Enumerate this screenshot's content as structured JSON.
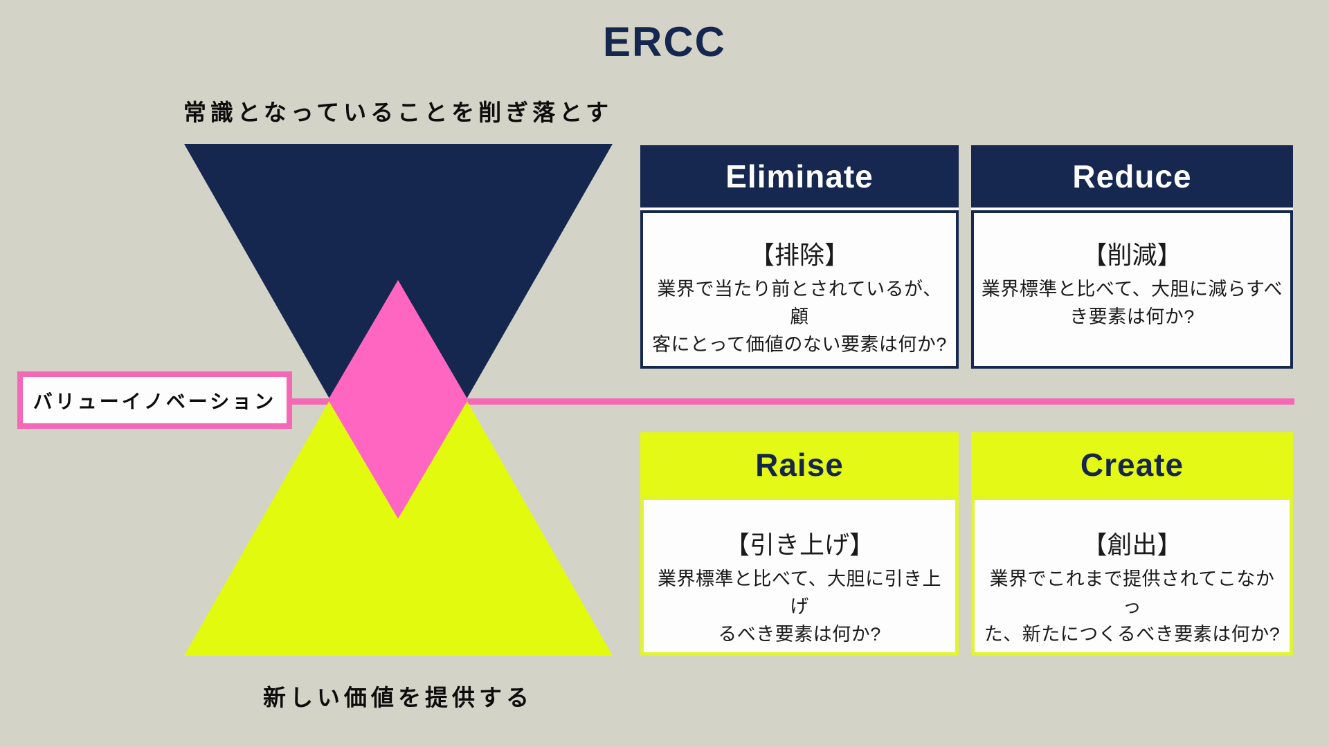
{
  "title": "ERCC",
  "captions": {
    "top": "常識となっていることを削ぎ落とす",
    "bottom": "新しい価値を提供する",
    "center_label": "バリューイノベーション"
  },
  "cards": [
    {
      "id": "eliminate",
      "title": "Eliminate",
      "tag": "【排除】",
      "body": [
        "業界で当たり前とされているが、顧",
        "客にとって価値のない要素は何か?"
      ],
      "theme": "navy"
    },
    {
      "id": "reduce",
      "title": "Reduce",
      "tag": "【削減】",
      "body": [
        "業界標準と比べて、大胆に減らすべ",
        "き要素は何か?"
      ],
      "theme": "navy"
    },
    {
      "id": "raise",
      "title": "Raise",
      "tag": "【引き上げ】",
      "body": [
        "業界標準と比べて、大胆に引き上げ",
        "るべき要素は何か?"
      ],
      "theme": "yellow"
    },
    {
      "id": "create",
      "title": "Create",
      "tag": "【創出】",
      "body": [
        "業界でこれまで提供されてこなかっ",
        "た、新たにつくるべき要素は何か?"
      ],
      "theme": "yellow"
    }
  ],
  "colors": {
    "background": "#d4d3c7",
    "navy": "#15264f",
    "header_navy": "#16284f",
    "yellow": "#e2fa0e",
    "header_yellow": "#e4f915",
    "diamond_pink": "#ff66c2",
    "line_pink": "#f468b6",
    "white": "#fdfdfd",
    "text_black": "#0d0d0d"
  }
}
